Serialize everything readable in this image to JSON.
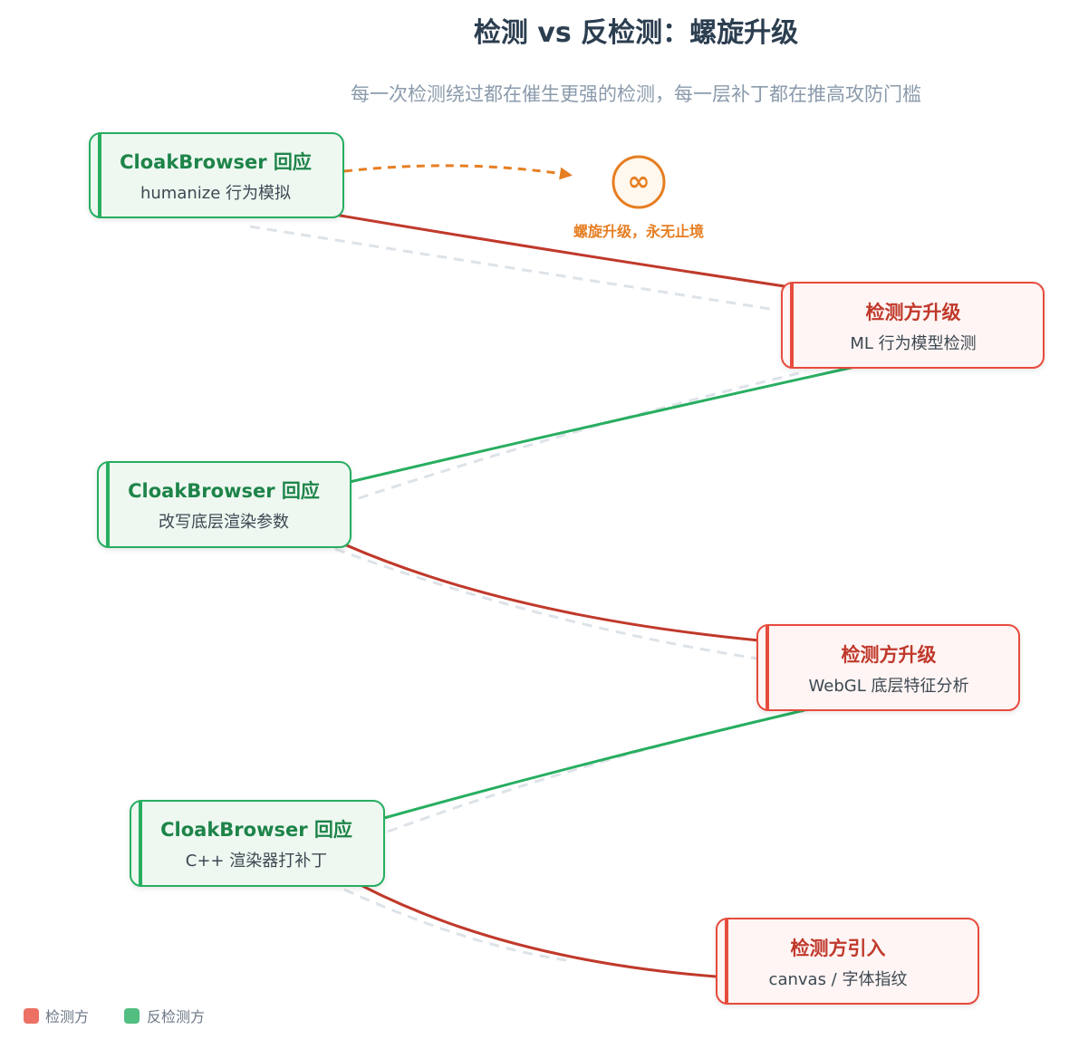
{
  "title": "检测 vs 反检测：螺旋升级",
  "subtitle": "每一次检测绕过都在催生更强的检测，每一层补丁都在推高攻防门槛",
  "nodes": {
    "anti_1": {
      "title": "CloakBrowser 回应",
      "sub": "humanize 行为模拟"
    },
    "det_1": {
      "title": "检测方升级",
      "sub": "ML 行为模型检测"
    },
    "anti_2": {
      "title": "CloakBrowser 回应",
      "sub": "改写底层渲染参数"
    },
    "det_2": {
      "title": "检测方升级",
      "sub": "WebGL 底层特征分析"
    },
    "anti_3": {
      "title": "CloakBrowser 回应",
      "sub": "C++ 渲染器打补丁"
    },
    "det_3": {
      "title": "检测方引入",
      "sub": "canvas / 字体指纹"
    }
  },
  "spiral": {
    "symbol": "∞",
    "label": "螺旋升级，永无止境"
  },
  "legend": {
    "detection": "检测方",
    "anti_detection": "反检测方"
  },
  "colors": {
    "detection": "#c0392b",
    "detection_fill": "#fef5f4",
    "detection_border": "#e74c3c",
    "anti": "#27ae60",
    "anti_fill": "#eef8f1",
    "anti_border": "#27ae60",
    "accent": "#e67e22"
  }
}
